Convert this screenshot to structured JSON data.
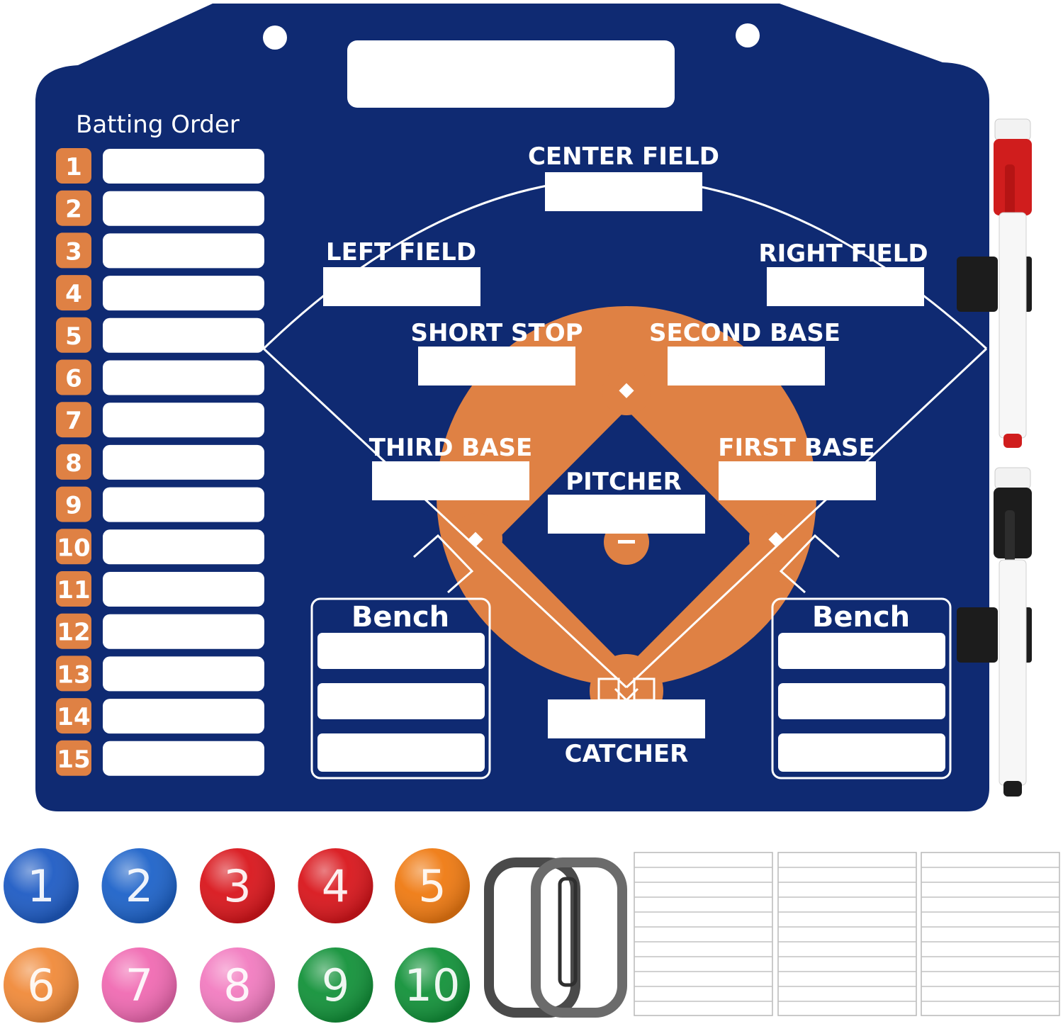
{
  "board": {
    "batting_title": "Batting Order",
    "batting_numbers": [
      "1",
      "2",
      "3",
      "4",
      "5",
      "6",
      "7",
      "8",
      "9",
      "10",
      "11",
      "12",
      "13",
      "14",
      "15"
    ],
    "positions": {
      "center_field": "CENTER FIELD",
      "left_field": "LEFT FIELD",
      "right_field": "RIGHT FIELD",
      "short_stop": "SHORT STOP",
      "second_base": "SECOND BASE",
      "third_base": "THIRD BASE",
      "first_base": "FIRST BASE",
      "pitcher": "PITCHER",
      "catcher": "CATCHER"
    },
    "bench_left": "Bench",
    "bench_right": "Bench"
  },
  "magnets": {
    "numbers": [
      "1",
      "2",
      "3",
      "4",
      "5",
      "6",
      "7",
      "8",
      "9",
      "10"
    ],
    "colors": [
      "#1f5cc4",
      "#1e63c9",
      "#d9161c",
      "#d9161c",
      "#ef7a12",
      "#f08a3a",
      "#f06ab2",
      "#f27cc0",
      "#13923a",
      "#13923a"
    ]
  },
  "colors": {
    "board_blue": "#0f2a72",
    "accent_orange": "#df8144",
    "marker_red": "#d01d1d",
    "marker_black": "#1c1c1c"
  }
}
